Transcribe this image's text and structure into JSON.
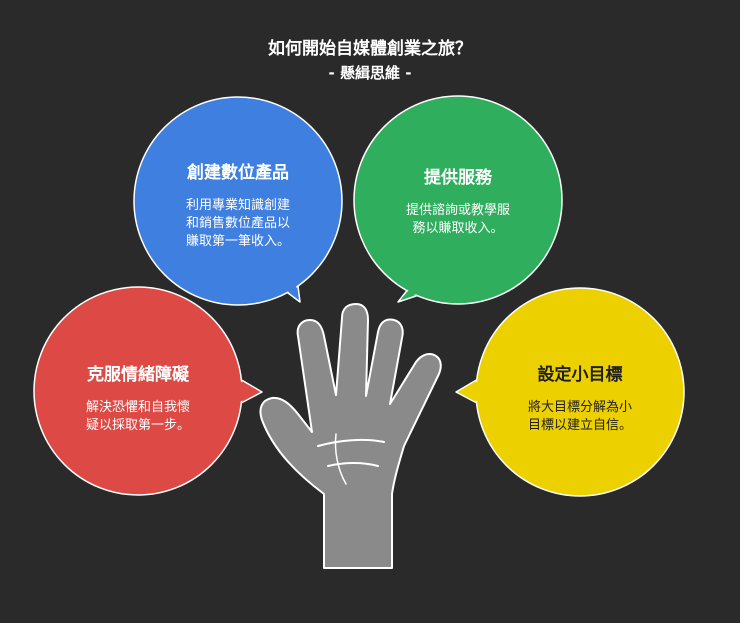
{
  "header": {
    "title": "如何開始自媒體創業之旅？",
    "subtitle": "- 懸緝思維 -"
  },
  "bubbles": [
    {
      "heading": "創建數位產品",
      "text_lines": [
        "利用專業知識創建",
        "和銷售數位產品以",
        "賺取第一筆收入。"
      ],
      "color": "#3f7fe0"
    },
    {
      "heading": "提供服務",
      "text_lines": [
        "提供諮詢或教學服",
        "務以賺取收入。"
      ],
      "color": "#2fae5e"
    },
    {
      "heading": "克服情緒障礙",
      "text_lines": [
        "解決恐懼和自我懷",
        "疑以採取第一步。"
      ],
      "color": "#dd4a46"
    },
    {
      "heading": "設定小目標",
      "text_lines": [
        "將大目標分解為小",
        "目標以建立自信。"
      ],
      "color": "#ecd000"
    }
  ]
}
